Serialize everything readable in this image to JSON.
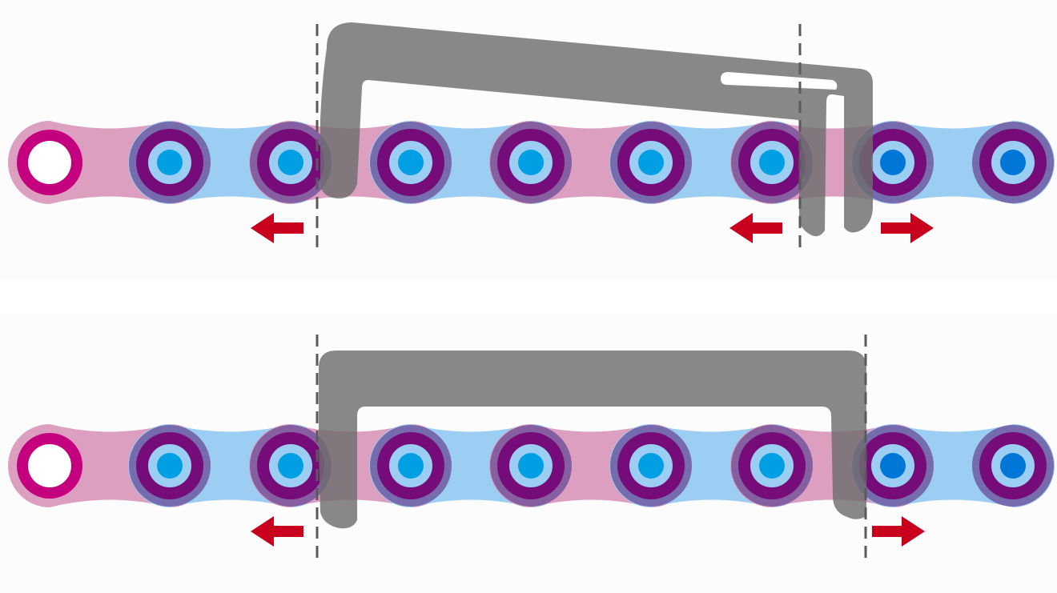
{
  "colors": {
    "outer_plate": "#dc9fc0",
    "inner_plate": "#9ccdf2",
    "roller_overlay": "#6a4a96",
    "ring_dark": "#760b7a",
    "ring_light": "#9ccdf2",
    "pin_blue": "#009fe3",
    "pin_blue_dark": "#0076d6",
    "end_ring": "#c4007e",
    "tool_gray": "#6e6e6e",
    "arrow_red": "#c8001e",
    "guide_line": "#5a5a5a",
    "band_bg": "#fcfcfc"
  },
  "diagrams": [
    {
      "name": "top-chain-tool",
      "links": 9,
      "arrows": [
        "left",
        "left",
        "right"
      ]
    },
    {
      "name": "bottom-chain-tool",
      "links": 9,
      "arrows": [
        "left",
        "right"
      ]
    }
  ]
}
